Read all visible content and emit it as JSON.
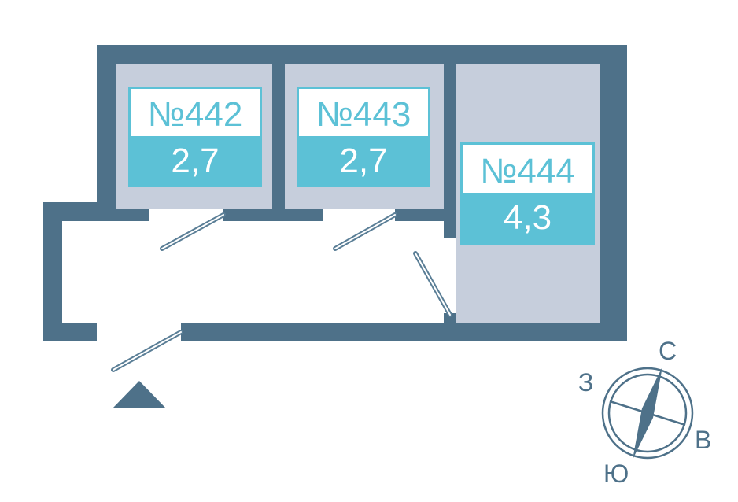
{
  "rooms": [
    {
      "number": "№442",
      "area": "2,7"
    },
    {
      "number": "№443",
      "area": "2,7"
    },
    {
      "number": "№444",
      "area": "4,3"
    }
  ],
  "compass": {
    "north": "С",
    "south": "Ю",
    "east": "В",
    "west": "З"
  },
  "colors": {
    "wall": "#4e7189",
    "room_fill": "#c6cedc",
    "accent": "#5cc1d6",
    "door": "#5a7e96"
  },
  "icons": [
    "entrance-arrow-icon",
    "compass-icon"
  ]
}
